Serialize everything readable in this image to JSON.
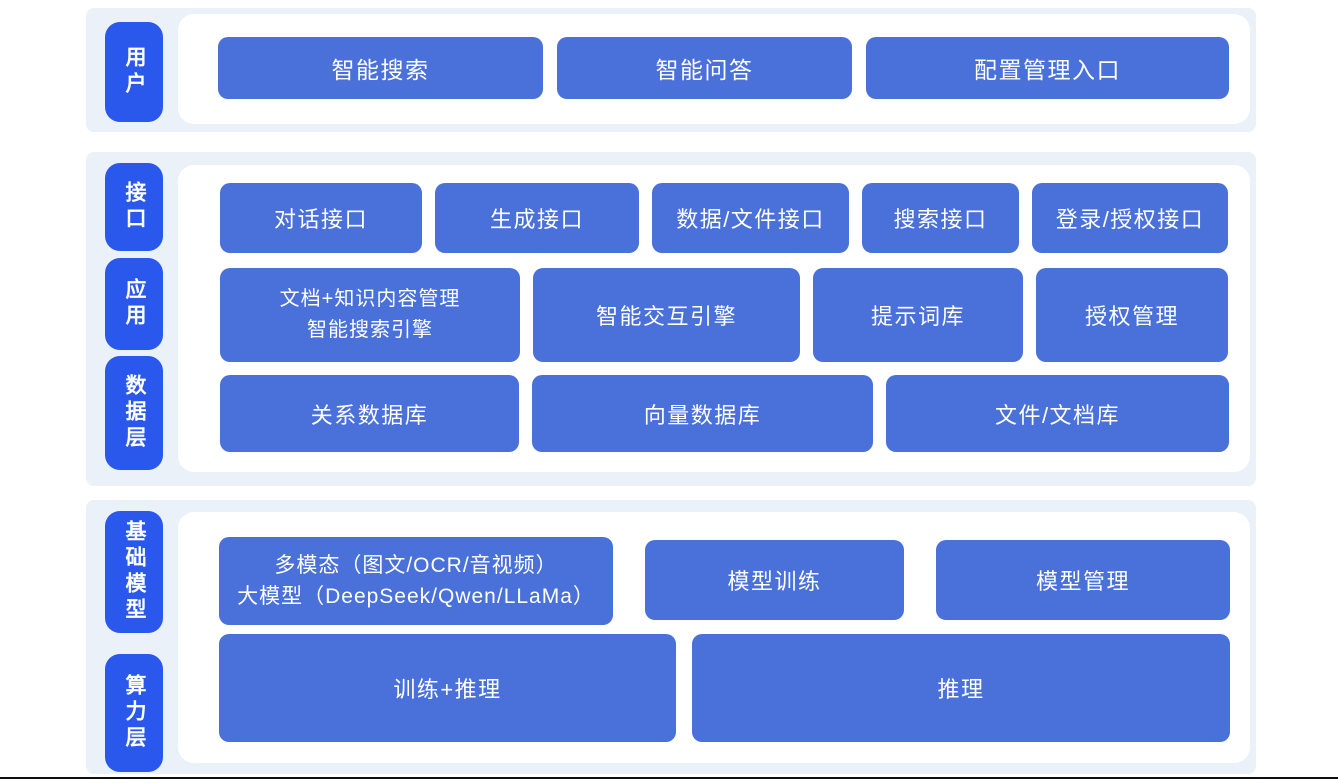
{
  "colors": {
    "label_blue": "#2A58EC",
    "box_blue": "#4A71DA",
    "band_background": "#EBF1F8",
    "text_white": "#FFFFFF"
  },
  "user_layer": {
    "label": "用户",
    "boxes": {
      "smart_search": "智能搜索",
      "smart_qa": "智能问答",
      "config_entry": "配置管理入口"
    }
  },
  "middle_layers": {
    "interface_label": "接口",
    "application_label": "应用",
    "data_label": "数据层",
    "interface_row": {
      "dialog_api": "对话接口",
      "generation_api": "生成接口",
      "data_file_api": "数据/文件接口",
      "search_api": "搜索接口",
      "login_auth_api": "登录/授权接口"
    },
    "application_row": {
      "doc_engine_line1": "文档+知识内容管理",
      "doc_engine_line2": "智能搜索引擎",
      "interactive_engine": "智能交互引擎",
      "prompt_library": "提示词库",
      "auth_management": "授权管理"
    },
    "data_row": {
      "relational_db": "关系数据库",
      "vector_db": "向量数据库",
      "file_doc_store": "文件/文档库"
    }
  },
  "foundation_layers": {
    "model_label": "基础模型",
    "compute_label": "算力层",
    "model_row": {
      "multimodal_line1": "多模态（图文/OCR/音视频）",
      "multimodal_line2": "大模型（DeepSeek/Qwen/LLaMa）",
      "model_training": "模型训练",
      "model_management": "模型管理"
    },
    "compute_row": {
      "train_inference": "训练+推理",
      "inference": "推理"
    }
  }
}
